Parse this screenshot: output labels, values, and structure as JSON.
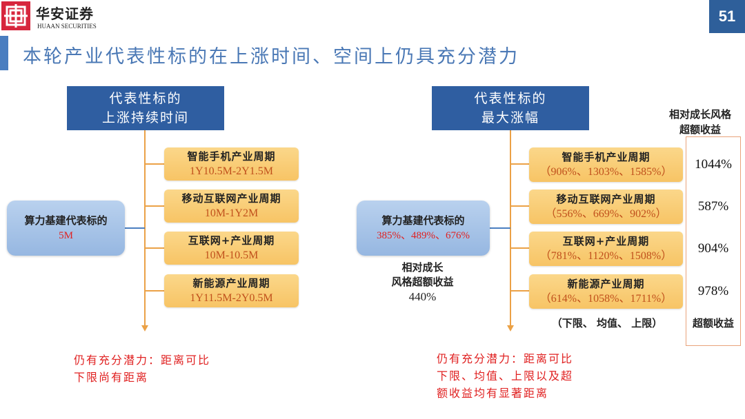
{
  "header": {
    "brand_cn": "华安证券",
    "brand_en": "HUAAN SECURITIES",
    "page_number": "51"
  },
  "title": "本轮产业代表性标的在上涨时间、空间上仍具充分潜力",
  "left": {
    "header": [
      "代表性标的",
      "上涨持续时间"
    ],
    "source": {
      "title": "算力基建代表标的",
      "value": "5M"
    },
    "items": [
      {
        "title": "智能手机产业周期",
        "value": "1Y10.5M-2Y1.5M"
      },
      {
        "title": "移动互联网产业周期",
        "value": "10M-1Y2M"
      },
      {
        "title": "互联网+产业周期",
        "value": "10M-10.5M"
      },
      {
        "title": "新能源产业周期",
        "value": "1Y11.5M-2Y0.5M"
      }
    ],
    "note": [
      "仍有充分潜力：距离可比",
      "下限尚有距离"
    ]
  },
  "right": {
    "header": [
      "代表性标的",
      "最大涨幅"
    ],
    "source": {
      "title": "算力基建代表标的",
      "value": "385%、489%、676%"
    },
    "source_excess": [
      "相对成长",
      "风格超额收益",
      "440%"
    ],
    "items": [
      {
        "title": "智能手机产业周期",
        "value": "（906%、1303%、1585%）",
        "excess": "1044%"
      },
      {
        "title": "移动互联网产业周期",
        "value": "（556%、669%、902%）",
        "excess": "587%"
      },
      {
        "title": "互联网+产业周期",
        "value": "（781%、1120%、1508%）",
        "excess": "904%"
      },
      {
        "title": "新能源产业周期",
        "value": "（614%、1058%、1711%）",
        "excess": "978%"
      }
    ],
    "legend": "（下限、 均值、 上限）",
    "excess_header": [
      "相对成长风格",
      "超额收益"
    ],
    "excess_footer": "超额收益",
    "note": [
      "仍有充分潜力：距离可比",
      "下限、均值、上限以及超",
      "额收益均有显著距离"
    ]
  }
}
